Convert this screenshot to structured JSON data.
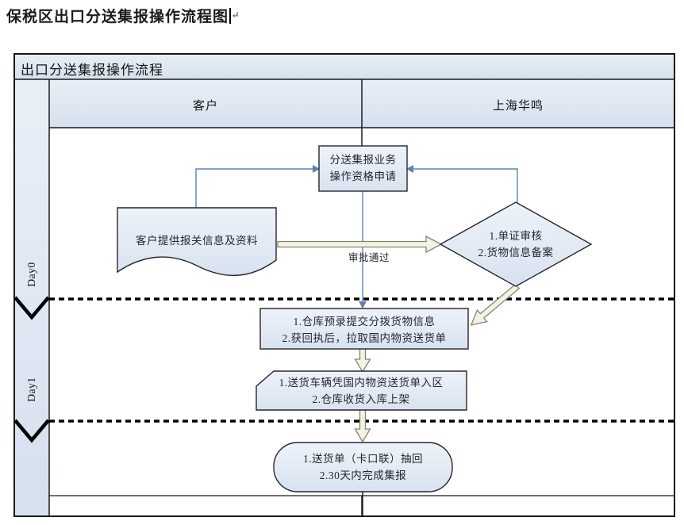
{
  "page": {
    "doc_title": "保税区出口分送集报操作流程图",
    "paragraph_mark": "↵"
  },
  "chart": {
    "title": "出口分送集报操作流程",
    "columns": {
      "left": "客户",
      "right": "上海华鸣"
    },
    "day_bands": {
      "day0": "Day0",
      "day1": "Day1"
    },
    "nodes": {
      "apply_line1": "分送集报业务",
      "apply_line2": "操作资格申请",
      "document_text": "客户提供报关信息及资料",
      "review_line1": "1.单证审核",
      "review_line2": "2.货物信息备案",
      "warehouse_line1": "1.仓库预录提交分拨货物信息",
      "warehouse_line2": "2.获回执后，拉取国内物资送货单",
      "delivery_line1": "1.送货车辆凭国内物资送货单入区",
      "delivery_line2": "2.仓库收货入库上架",
      "final_line1": "1.送货单（卡口联）抽回",
      "final_line2": "2.30天内完成集报"
    },
    "edge_labels": {
      "approve": "审批通过"
    },
    "colors": {
      "shape_fill_top": "#edf2fa",
      "shape_fill_bottom": "#d8e2f0",
      "connector_blue": "#5a82b4",
      "block_arrow_fill": "#f3f3e4",
      "block_arrow_border": "#85856d",
      "frame_line": "#1a1a1a"
    }
  }
}
